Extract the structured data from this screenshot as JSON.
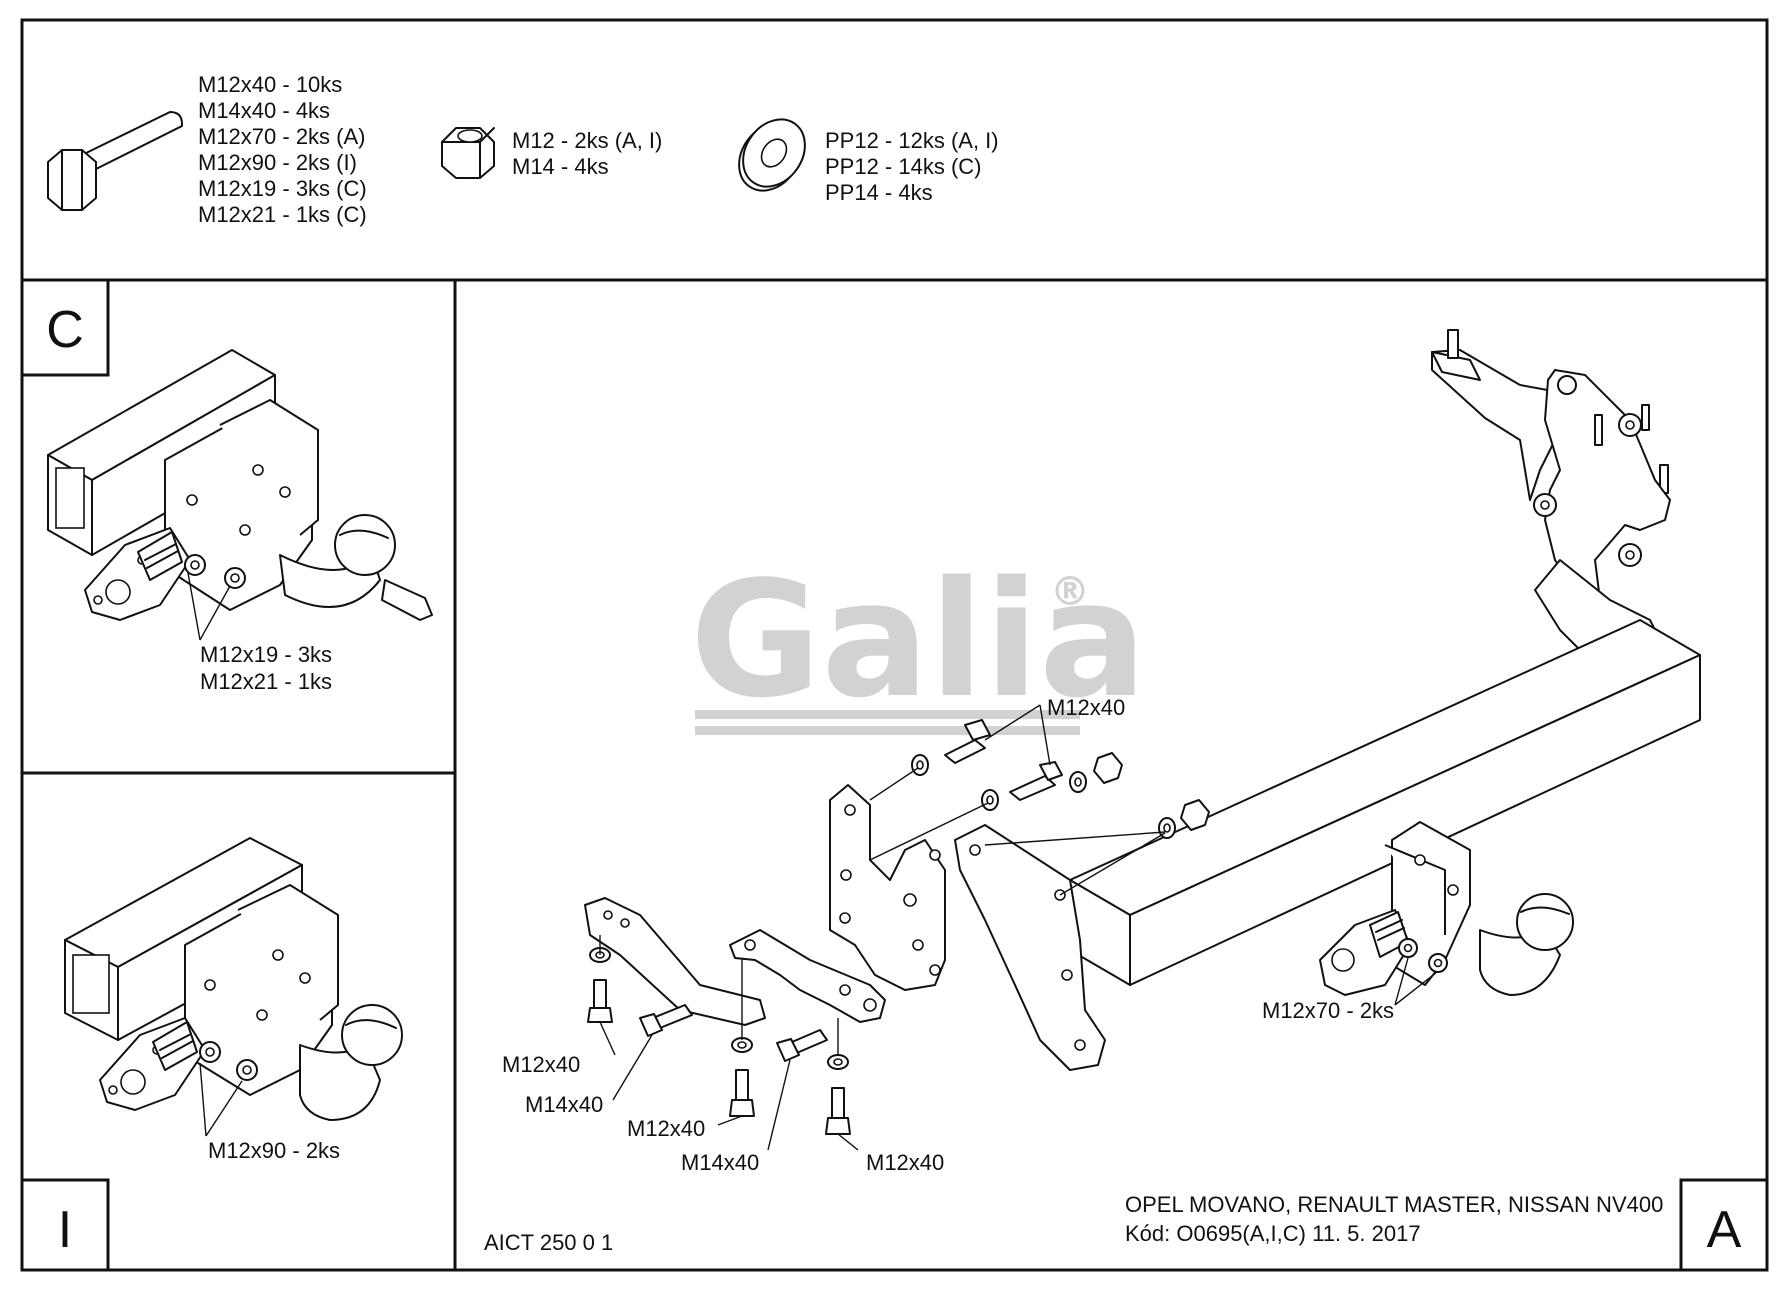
{
  "legend": {
    "bolts": [
      "M12x40 - 10ks",
      "M14x40 - 4ks",
      "M12x70 - 2ks (A)",
      "M12x90 - 2ks (I)",
      "M12x19 - 3ks (C)",
      "M12x21 - 1ks (C)"
    ],
    "nuts": [
      "M12 - 2ks (A, I)",
      "M14 - 4ks"
    ],
    "washers": [
      "PP12 - 12ks (A, I)",
      "PP12 - 14ks (C)",
      "PP14 - 4ks"
    ]
  },
  "panels": {
    "c": {
      "letter": "C",
      "callouts": [
        "M12x19 - 3ks",
        "M12x21 - 1ks"
      ]
    },
    "i": {
      "letter": "I",
      "callouts": [
        "M12x90 - 2ks"
      ]
    },
    "a": {
      "letter": "A",
      "logo": "Galia",
      "logo_mark": "®",
      "callouts": {
        "top_bolt": "M12x40",
        "ball_bolts": "M12x70 - 2ks",
        "left_bolt_1": "M12x40",
        "left_bolt_2": "M14x40",
        "left_bolt_3": "M12x40",
        "left_bolt_4": "M14x40",
        "left_bolt_5": "M12x40"
      },
      "drawing_number": "AICT 250 0 1",
      "vehicle": "OPEL MOVANO, RENAULT MASTER, NISSAN NV400",
      "code_line": "Kód: O0695(A,I,C)  11. 5. 2017"
    }
  }
}
